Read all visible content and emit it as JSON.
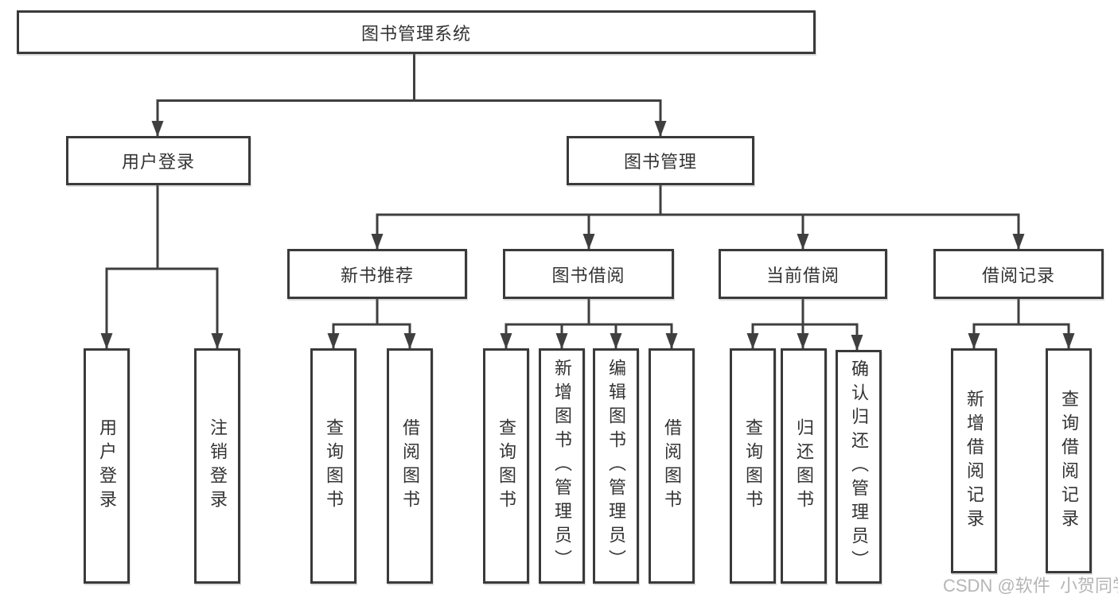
{
  "tree": {
    "root": "图书管理系统",
    "branches": [
      {
        "label": "用户登录",
        "children": [
          "用户登录",
          "注销登录"
        ]
      },
      {
        "label": "图书管理",
        "groups": [
          {
            "label": "新书推荐",
            "children": [
              "查询图书",
              "借阅图书"
            ]
          },
          {
            "label": "图书借阅",
            "children": [
              "查询图书",
              "新增图书（管理员）",
              "编辑图书（管理员）",
              "借阅图书"
            ]
          },
          {
            "label": "当前借阅",
            "children": [
              "查询图书",
              "归还图书",
              "确认归还（管理员）"
            ]
          },
          {
            "label": "借阅记录",
            "children": [
              "新增借阅记录",
              "查询借阅记录"
            ]
          }
        ]
      }
    ]
  },
  "watermark": "CSDN @软件_小贺同学",
  "colors": {
    "line": "#3f3f3f",
    "border": "#3a3a3a",
    "text": "#333333",
    "box_background": "#ffffff",
    "watermark": "#b5b5b5"
  }
}
